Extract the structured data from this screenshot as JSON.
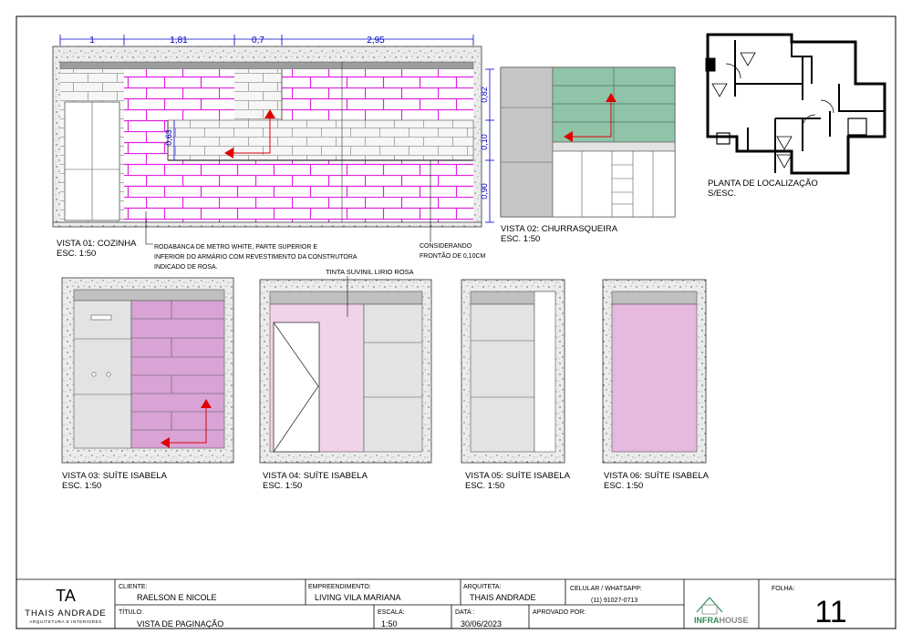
{
  "views": {
    "v01": {
      "title": "VISTA 01: COZINHA",
      "scale": "ESC. 1:50"
    },
    "v02": {
      "title": "VISTA 02: CHURRASQUEIRA",
      "scale": "ESC. 1:50"
    },
    "v03": {
      "title": "VISTA 03: SUÍTE ISABELA",
      "scale": "ESC. 1:50"
    },
    "v04": {
      "title": "VISTA 04: SUÍTE ISABELA",
      "scale": "ESC. 1:50"
    },
    "v05": {
      "title": "VISTA 05: SUÍTE ISABELA",
      "scale": "ESC. 1:50"
    },
    "v06": {
      "title": "VISTA 06: SUÍTE ISABELA",
      "scale": "ESC. 1:50"
    }
  },
  "dimensions": {
    "top": [
      "1",
      "1,81",
      "0,7",
      "2,95"
    ],
    "right": [
      "0,82",
      "0,10",
      "0,90"
    ],
    "left": "0,63"
  },
  "notes": {
    "rodabanca": [
      "RODABANCA DE METRO WHITE, PARTE SUPERIOR E",
      "INFERIOR DO ARMÁRIO COM REVESTIMENTO DA CONSTRUTORA",
      "INDICADO DE ROSA."
    ],
    "frontao": [
      "CONSIDERANDO",
      "FRONTÃO DE 0,10CM"
    ],
    "tinta": "TINTA SUVINIL LIRIO ROSA"
  },
  "location_plan": {
    "title": "PLANTA DE LOCALIZAÇÃO",
    "scale": "S/ESC."
  },
  "title_block": {
    "logo_mark": "TA",
    "firm_name": "THAIS ANDRADE",
    "firm_sub": "ARQUITETURA E INTERIORES",
    "cliente_label": "CLIENTE:",
    "cliente": "RAELSON E NICOLE",
    "empreendimento_label": "EMPREENDIMENTO:",
    "empreendimento": "LIVING VILA MARIANA",
    "arquiteta_label": "ARQUITETA:",
    "arquiteta": "THAIS ANDRADE",
    "celular_label": "CELULAR / WHATSAPP:",
    "celular": "(11) 91027-0713",
    "titulo_label": "TÍTULO:",
    "titulo": "VISTA DE PAGINAÇÃO",
    "escala_label": "ESCALA:",
    "escala": "1:50",
    "data_label": "DATA :",
    "data": "30/06/2023",
    "aprovado_label": "APROVADO POR:",
    "partner_logo": "INFRAHOUSE",
    "partner_logo_a": "INFRA",
    "partner_logo_b": "HOUSE",
    "folha_label": "FOLHA:",
    "folha": "11"
  },
  "colors": {
    "magenta_tile": "#e020e0",
    "pink_paint": "#f1d3e9",
    "pink_cabinet": "#d9a3d6",
    "green_tile": "#8fc4a8",
    "cabinet_gray": "#e2e3e3",
    "counter_gray": "#bdbdbd",
    "arrow_red": "#e00000"
  }
}
